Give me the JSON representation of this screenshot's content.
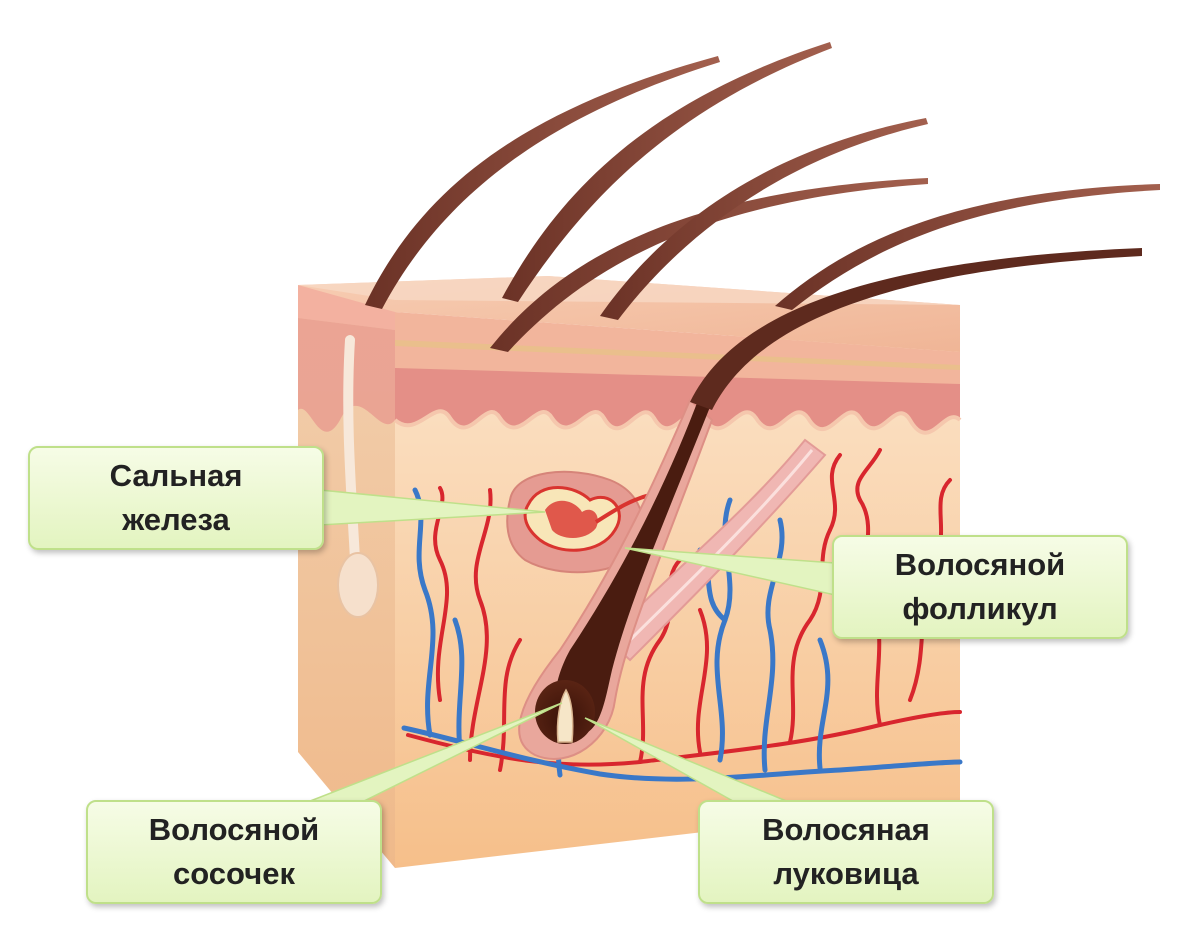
{
  "callouts": {
    "sebaceous_gland": {
      "line1": "Сальная",
      "line2": "железа"
    },
    "hair_follicle": {
      "line1": "Волосяной",
      "line2": "фолликул"
    },
    "dermal_papilla": {
      "line1": "Волосяной",
      "line2": "сосочек"
    },
    "hair_bulb": {
      "line1": "Волосяная",
      "line2": "луковица"
    }
  },
  "colors": {
    "callout_fill": "#e3f4c0",
    "callout_border": "#bfe08a",
    "hair": "#8a4a3c",
    "artery": "#d8262e",
    "vein": "#3a78c8",
    "skin_surface": "#f2c6a8",
    "dermis": "#f8d2ae"
  }
}
